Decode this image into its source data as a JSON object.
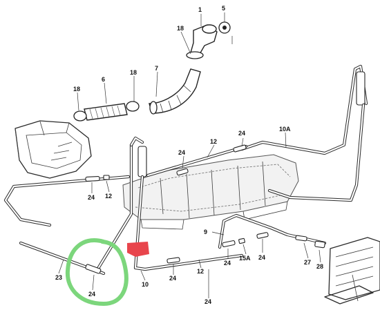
{
  "callouts": {
    "c1": "1",
    "c5": "5",
    "c18a": "18",
    "c7": "7",
    "c18b": "18",
    "c6": "6",
    "c18c": "18",
    "c24a": "24",
    "c10a": "10A",
    "c24b": "24",
    "c12a": "12",
    "c24c": "24",
    "c12b": "12",
    "c9": "9",
    "c24d": "24",
    "c15a": "15A",
    "c24e": "24",
    "c27": "27",
    "c28": "28",
    "c23": "23",
    "c24f": "24",
    "c10": "10",
    "c24g": "24",
    "c12c": "12",
    "c24h": "24"
  },
  "annotations": {
    "green_circle_color": "#7cd67c",
    "red_mark_color": "#e8454c"
  },
  "colors": {
    "line": "#2a2a2a",
    "tank_fill": "#f2f2f2",
    "background": "#ffffff"
  }
}
